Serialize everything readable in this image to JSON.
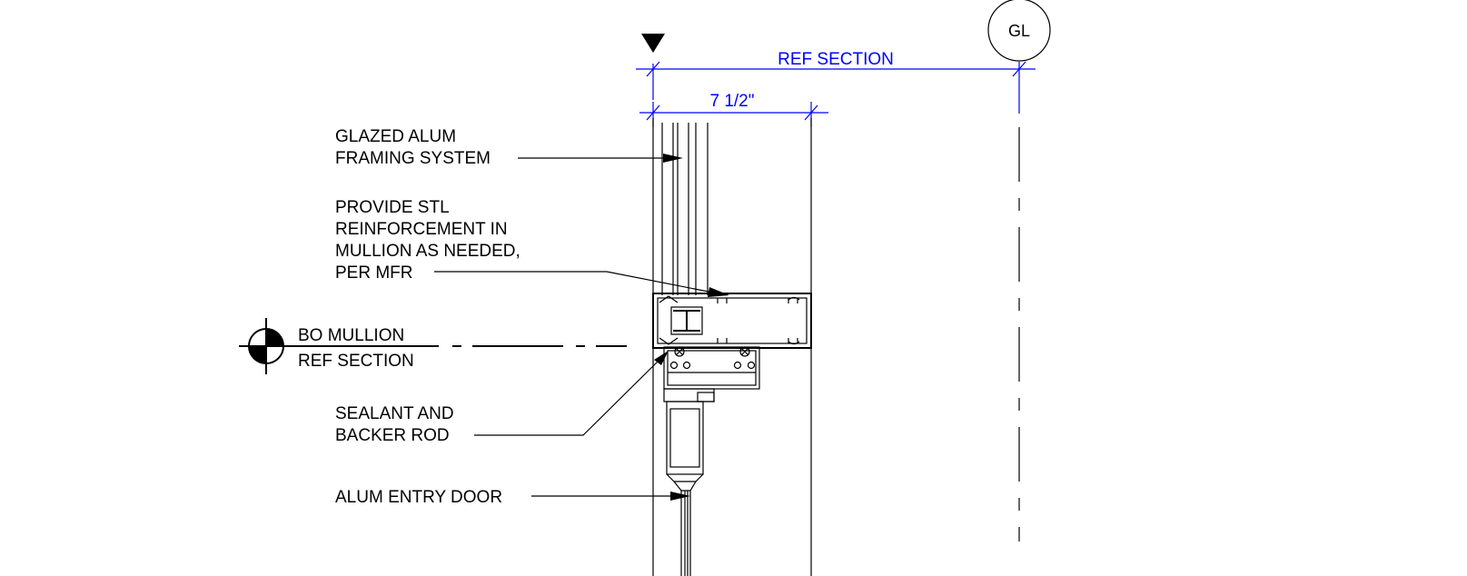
{
  "dimensions": {
    "ref_section": "REF SECTION",
    "width": "7 1/2\""
  },
  "grid_bubble": {
    "label": "GL"
  },
  "callouts": {
    "glazed_line1": "GLAZED ALUM",
    "glazed_line2": "FRAMING SYSTEM",
    "reinf_line1": "PROVIDE STL",
    "reinf_line2": "REINFORCEMENT IN",
    "reinf_line3": "MULLION AS NEEDED,",
    "reinf_line4": "PER MFR",
    "sealant_line1": "SEALANT AND",
    "sealant_line2": "BACKER ROD",
    "door": "ALUM ENTRY DOOR"
  },
  "elevation_marker": {
    "line1": "BO MULLION",
    "line2": "REF SECTION"
  },
  "colors": {
    "dimension": "#0000ff",
    "linework": "#000000"
  }
}
